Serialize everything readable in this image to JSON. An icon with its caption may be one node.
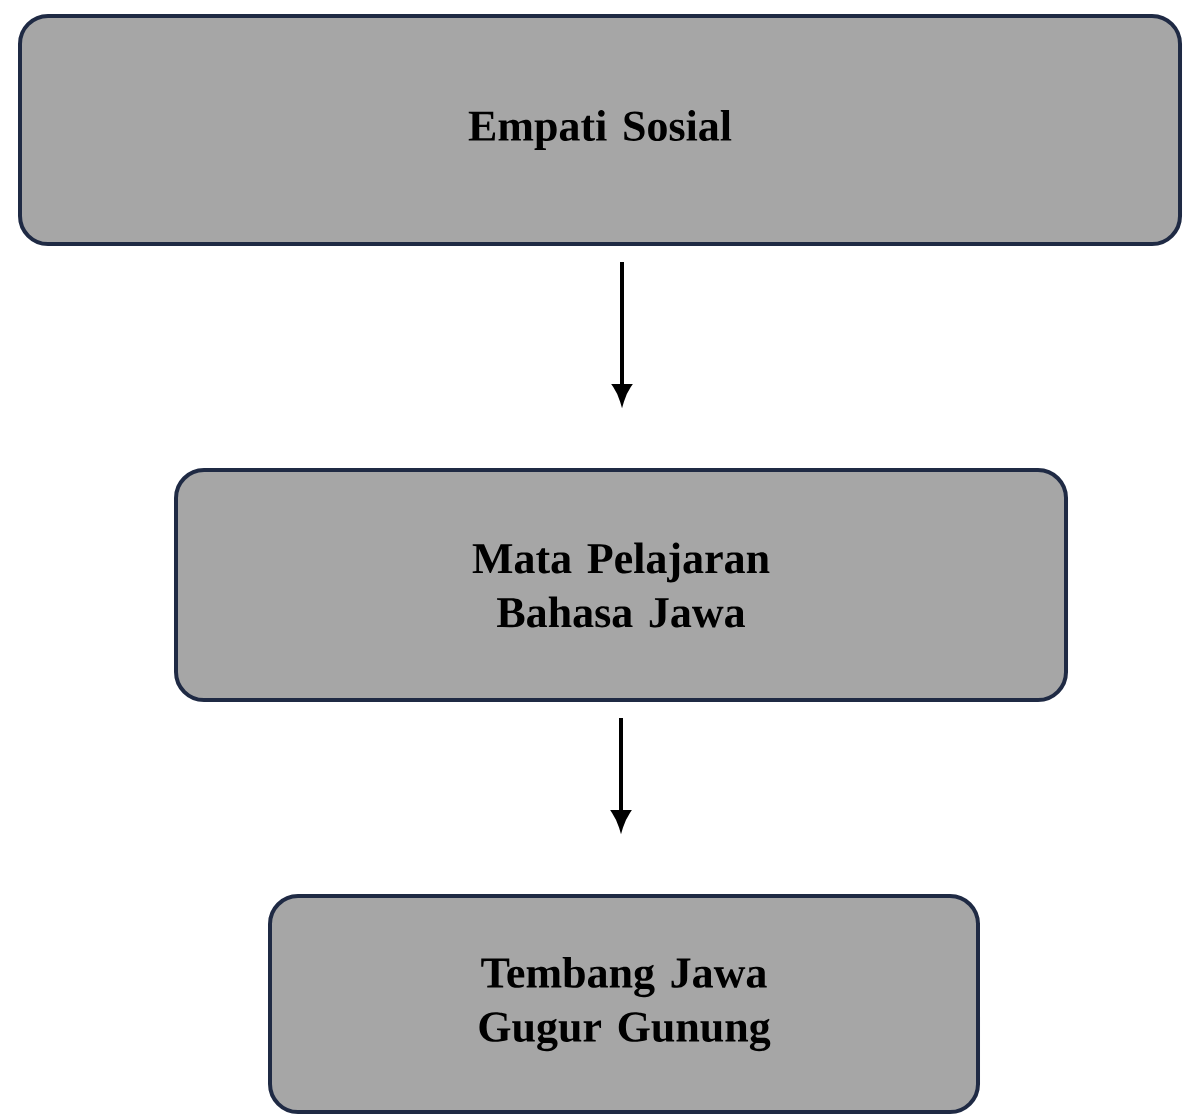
{
  "diagram": {
    "nodes": [
      {
        "text": [
          "Empati Sosial"
        ]
      },
      {
        "text": [
          "Mata Pelajaran Bahasa Jawa"
        ]
      },
      {
        "text": [
          "Tembang Jawa Gugur Gunung"
        ]
      }
    ],
    "edges": [
      {
        "from": 0,
        "to": 1,
        "arrow": "to"
      },
      {
        "from": 1,
        "to": 2,
        "arrow": "to"
      }
    ]
  }
}
